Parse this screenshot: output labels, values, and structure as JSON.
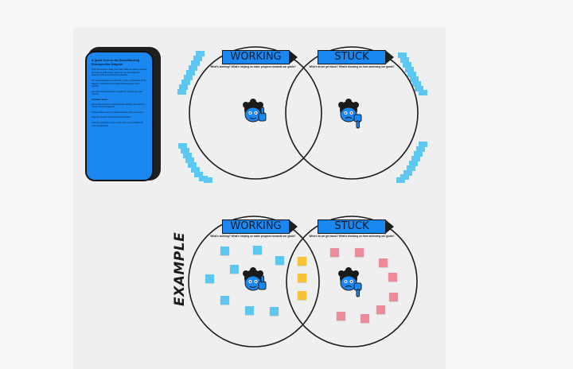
{
  "colors": {
    "board": "#efefef",
    "accent": "#1a88f0",
    "ribbon_tip": "#1f1f1f",
    "stripe": "#5cc8f2",
    "note_blue": "#5cc8f2",
    "note_yellow": "#f5c333",
    "note_pink": "#f08a9a",
    "outline": "#1b1b1b"
  },
  "info_card": {
    "title": "A Quick Tour on the Stuck/Working Retrospective Diagram",
    "paragraphs": [
      "This retrospective helps your team reflect on what is working and what is getting them stuck, so you can celebrate progress and remove blockers together.",
      "Ask each participant to add sticky notes to both sides of the diagram, then discuss the patterns that appear in the overlap.",
      "Use the example below as a guide for running your own session."
    ],
    "subheading": "Facilitator Notes",
    "notes": [
      "Remember that the overlap between Working and Stuck is where mixed feelings live.",
      "Group similar notes into themes before voting on actions.",
      "Keep the session time-boxed and focused.",
      "Close by agreeing on one or two actions to try before the next retrospective."
    ]
  },
  "diagrams": [
    {
      "id": "template",
      "working": {
        "label": "WORKING",
        "caption": "What's working? What's helping us make progress towards our goals?"
      },
      "stuck": {
        "label": "STUCK",
        "caption": "Where do we get stuck? What's blocking us from achieving our goals?"
      }
    },
    {
      "id": "example",
      "working": {
        "label": "WORKING",
        "caption": "What's working? What's helping us make progress towards our goals?"
      },
      "stuck": {
        "label": "STUCK",
        "caption": "Where do we get stuck? What's blocking us from achieving our goals?"
      }
    }
  ],
  "example_label": "EXAMPLE",
  "icons": {
    "working": "thumbs-up-character-icon",
    "stuck": "thumbs-down-character-icon"
  }
}
